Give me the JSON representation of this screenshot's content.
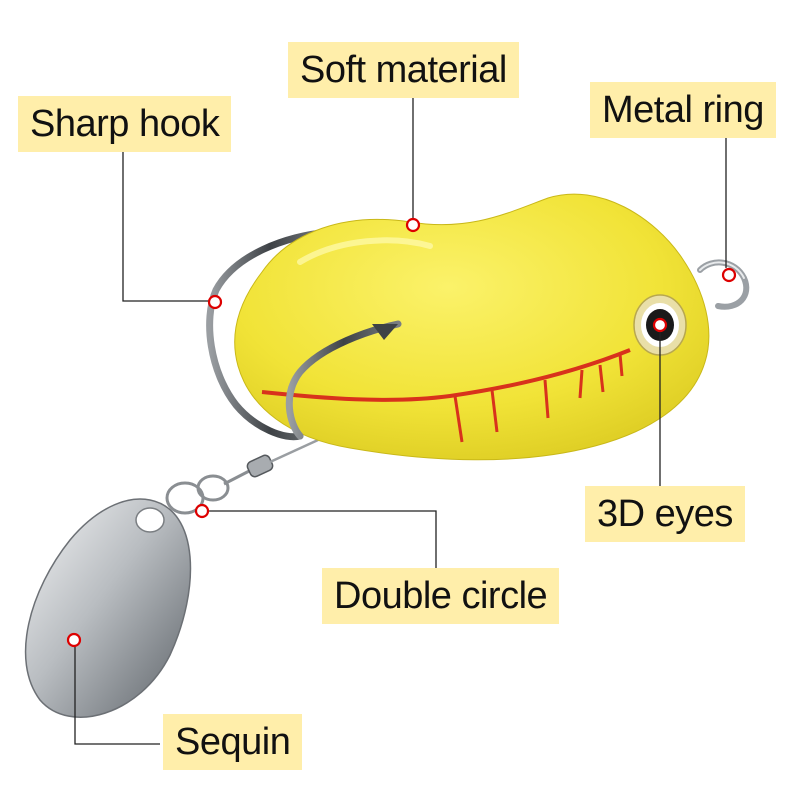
{
  "callouts": {
    "soft_material": "Soft material",
    "sharp_hook": "Sharp hook",
    "metal_ring": "Metal ring",
    "eyes": "3D eyes",
    "double_circle": "Double circle",
    "sequin": "Sequin"
  },
  "colors": {
    "label_background": "#ffeeaa",
    "label_text": "#111111",
    "leader_line": "#222222",
    "marker": "#dd0000",
    "lure_body": "#f2e63a",
    "lure_stripe": "#d8321c",
    "metal": "#b8bcc0"
  }
}
